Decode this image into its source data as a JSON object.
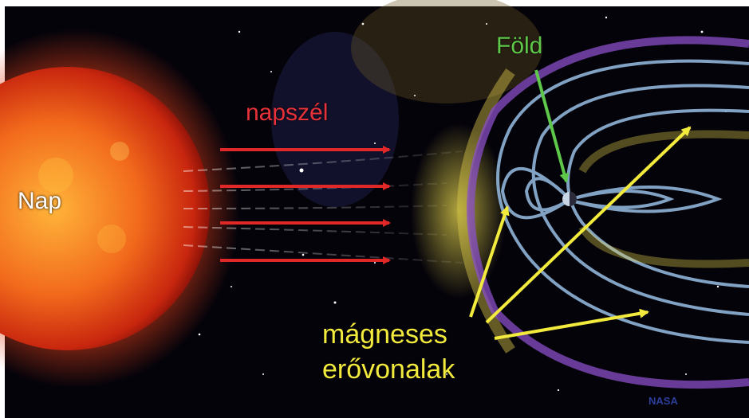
{
  "labels": {
    "sun": "Nap",
    "solar_wind": "napszél",
    "earth": "Föld",
    "field_lines_line1": "mágneses",
    "field_lines_line2": "erővonalak",
    "credit": "NASA"
  },
  "colors": {
    "background": "#05030a",
    "sun": "#e8461a",
    "solar_wind_arrows": "#e02828",
    "earth_arrow": "#5ec84a",
    "field_line_arrows": "#f2ea3c",
    "field_lines": "#8fb4d8",
    "magnetosheath": "#d8c64a",
    "magnetopause": "#8a4fc8"
  }
}
